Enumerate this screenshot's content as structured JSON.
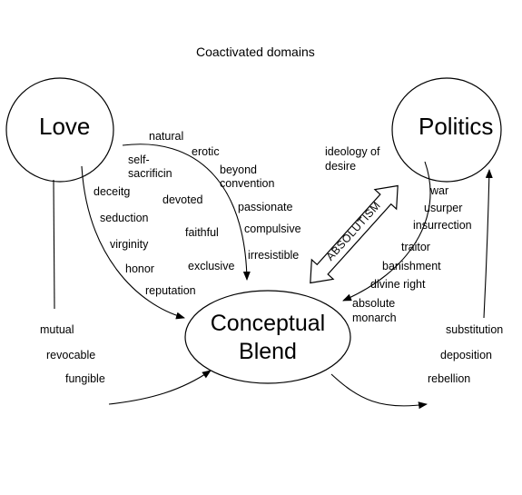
{
  "title": "Coactivated domains",
  "nodes": {
    "love": "Love",
    "politics": "Politics",
    "blend_line1": "Conceptual",
    "blend_line2": "Blend"
  },
  "love_terms": {
    "natural": "natural",
    "erotic": "erotic",
    "self1": "self-",
    "self2": "sacrificin",
    "beyond1": "beyond",
    "beyond2": "convention",
    "deceit": "deceitg",
    "devoted": "devoted",
    "passionate": "passionate",
    "seduction": "seduction",
    "faithful": "faithful",
    "compulsive": "compulsive",
    "virginity": "virginity",
    "irresistible": "irresistible",
    "honor": "honor",
    "exclusive": "exclusive",
    "reputation": "reputation",
    "mutual": "mutual",
    "revocable": "revocable",
    "fungible": "fungible"
  },
  "politics_terms": {
    "ideology1": "ideology of",
    "ideology2": "desire",
    "war": "war",
    "usurper": "usurper",
    "insurrection": "insurrection",
    "traitor": "traitor",
    "banishment": "banishment",
    "divine_right": "divine right",
    "absolute1": "absolute",
    "absolute2": "monarch",
    "substitution": "substitution",
    "deposition": "deposition",
    "rebellion": "rebellion"
  },
  "absolutism": "ABSOLUTISM"
}
